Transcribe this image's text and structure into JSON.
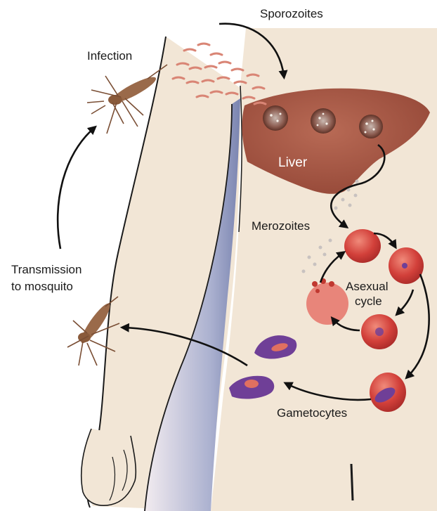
{
  "labels": {
    "sporozoites": "Sporozoites",
    "infection": "Infection",
    "liver": "Liver",
    "merozoites": "Merozoites",
    "asexual_cycle_line1": "Asexual",
    "asexual_cycle_line2": "cycle",
    "transmission_line1": "Transmission",
    "transmission_line2": "to mosquito",
    "gametocytes": "Gametocytes"
  },
  "colors": {
    "background": "#ffffff",
    "skin": "#f2e6d6",
    "liver": "#a85a48",
    "red_cell": "#d2403a",
    "gametocyte": "#6f3f97",
    "mosquito": "#9a6a4a",
    "arrow": "#111111",
    "shadow": "#8890b8"
  }
}
